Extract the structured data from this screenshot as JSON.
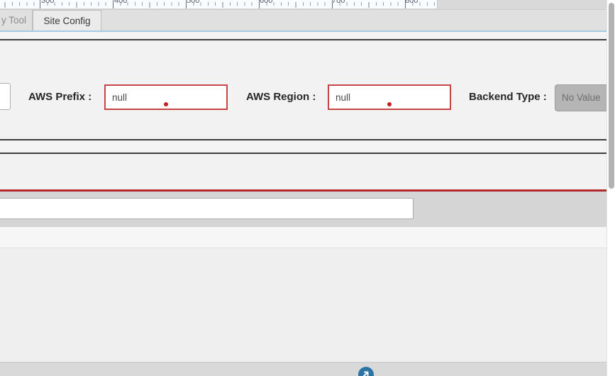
{
  "ruler": {
    "labels": [
      "300",
      "400",
      "500",
      "600",
      "700",
      "800"
    ]
  },
  "tabs": {
    "tool": "y Tool",
    "site_config": "Site Config"
  },
  "form": {
    "aws_prefix_label": "AWS Prefix :",
    "aws_prefix_value": "null",
    "aws_region_label": "AWS Region :",
    "aws_region_value": "null",
    "backend_type_label": "Backend Type :",
    "backend_type_value": "No Value"
  },
  "inputs": {
    "left_partial_value": "",
    "wide_input_value": ""
  },
  "colors": {
    "tab_accent_blue": "#a5c9e3",
    "error_border_red": "#c74444",
    "error_dot_red": "#c32222",
    "alert_line_red": "#b3282d",
    "action_button_blue": "#2d74a6"
  }
}
